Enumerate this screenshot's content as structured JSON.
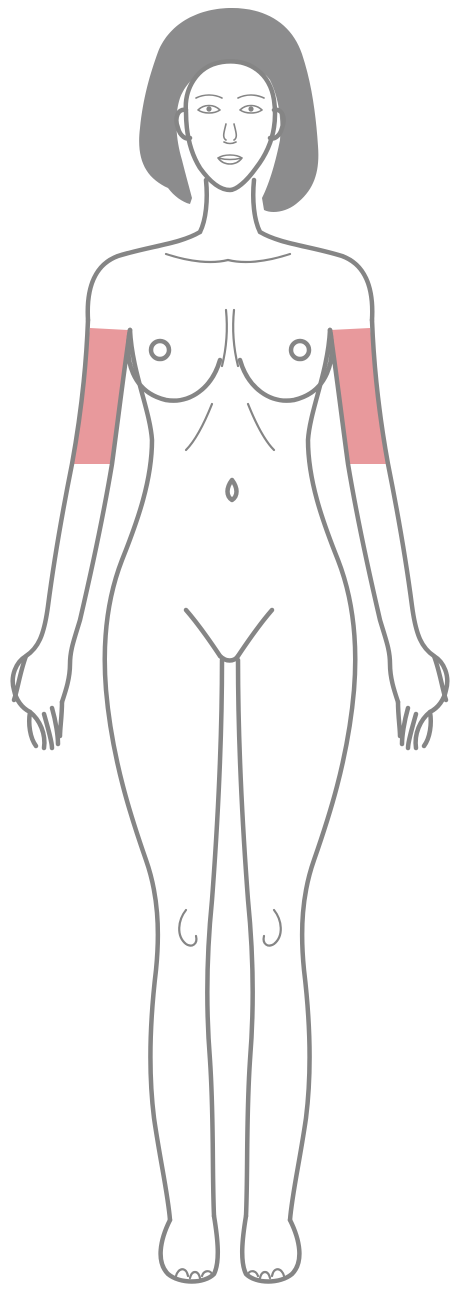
{
  "figure": {
    "subject": "female-body-front-view",
    "highlighted_regions": [
      "upper-arm-right",
      "upper-arm-left"
    ]
  },
  "colors": {
    "outline": "#858585",
    "hair": "#8c8c8d",
    "skin": "#ffffff",
    "highlight": "#e8999c",
    "background": "#ffffff"
  }
}
